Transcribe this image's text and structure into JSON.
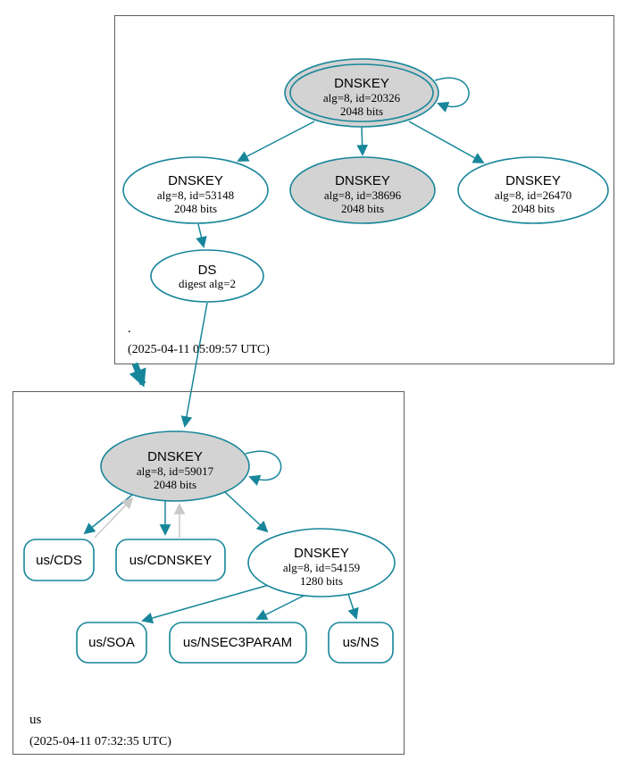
{
  "colors": {
    "teal": "#17869a",
    "node_gray": "#d3d3d3",
    "gray_arrow": "#c9c9c9",
    "cluster_border": "#5f5f5f"
  },
  "zones": {
    "root": {
      "label": ".",
      "timestamp": "(2025-04-11 05:09:57 UTC)",
      "nodes": {
        "ksk20326": {
          "title": "DNSKEY",
          "alg": "alg=8, id=20326",
          "bits": "2048 bits"
        },
        "key53148": {
          "title": "DNSKEY",
          "alg": "alg=8, id=53148",
          "bits": "2048 bits"
        },
        "key38696": {
          "title": "DNSKEY",
          "alg": "alg=8, id=38696",
          "bits": "2048 bits"
        },
        "key26470": {
          "title": "DNSKEY",
          "alg": "alg=8, id=26470",
          "bits": "2048 bits"
        },
        "ds": {
          "title": "DS",
          "digest": "digest alg=2"
        }
      }
    },
    "us": {
      "label": "us",
      "timestamp": "(2025-04-11 07:32:35 UTC)",
      "nodes": {
        "ksk59017": {
          "title": "DNSKEY",
          "alg": "alg=8, id=59017",
          "bits": "2048 bits"
        },
        "zsk54159": {
          "title": "DNSKEY",
          "alg": "alg=8, id=54159",
          "bits": "1280 bits"
        },
        "cds": {
          "label": "us/CDS"
        },
        "cdnskey": {
          "label": "us/CDNSKEY"
        },
        "soa": {
          "label": "us/SOA"
        },
        "nsec3param": {
          "label": "us/NSEC3PARAM"
        },
        "ns": {
          "label": "us/NS"
        }
      }
    }
  }
}
